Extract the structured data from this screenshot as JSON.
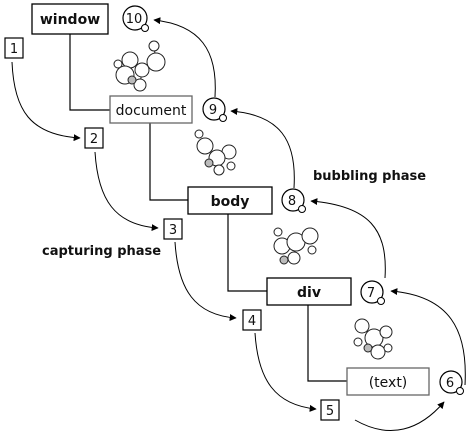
{
  "nodes": [
    {
      "id": "window",
      "label": "window",
      "bold": true,
      "border": "#000000"
    },
    {
      "id": "document",
      "label": "document",
      "bold": false,
      "border": "#666666"
    },
    {
      "id": "body",
      "label": "body",
      "bold": true,
      "border": "#000000"
    },
    {
      "id": "div",
      "label": "div",
      "bold": true,
      "border": "#000000"
    },
    {
      "id": "text",
      "label": "(text)",
      "bold": false,
      "border": "#666666"
    }
  ],
  "capture_steps": [
    "1",
    "2",
    "3",
    "4",
    "5"
  ],
  "bubble_steps": [
    "6",
    "7",
    "8",
    "9",
    "10"
  ],
  "labels": {
    "capturing": "capturing phase",
    "bubbling": "bubbling phase"
  },
  "colors": {
    "stroke": "#000000",
    "text": "#111111",
    "molecule_stroke": "#222222"
  },
  "icons": {
    "molecule": "event-molecule-icon"
  }
}
